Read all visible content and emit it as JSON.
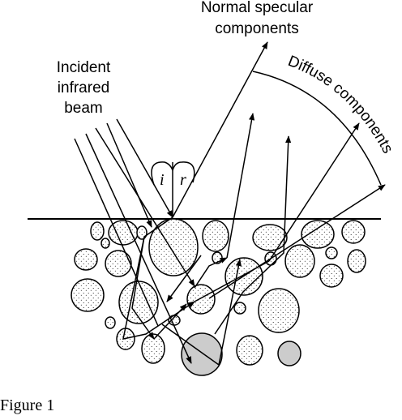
{
  "labels": {
    "normal_line1": "Normal specular",
    "normal_line2": "components",
    "incident_line1": "Incident",
    "incident_line2": "infrared",
    "incident_line3": "beam",
    "diffuse": "Diffuse components",
    "angle_i": "i",
    "angle_r": "r"
  },
  "caption": "Figure 1",
  "colors": {
    "ink": "#000000",
    "particle_fill": "#ffffff",
    "dark_particle_fill": "#cccccc",
    "background": "#ffffff"
  }
}
